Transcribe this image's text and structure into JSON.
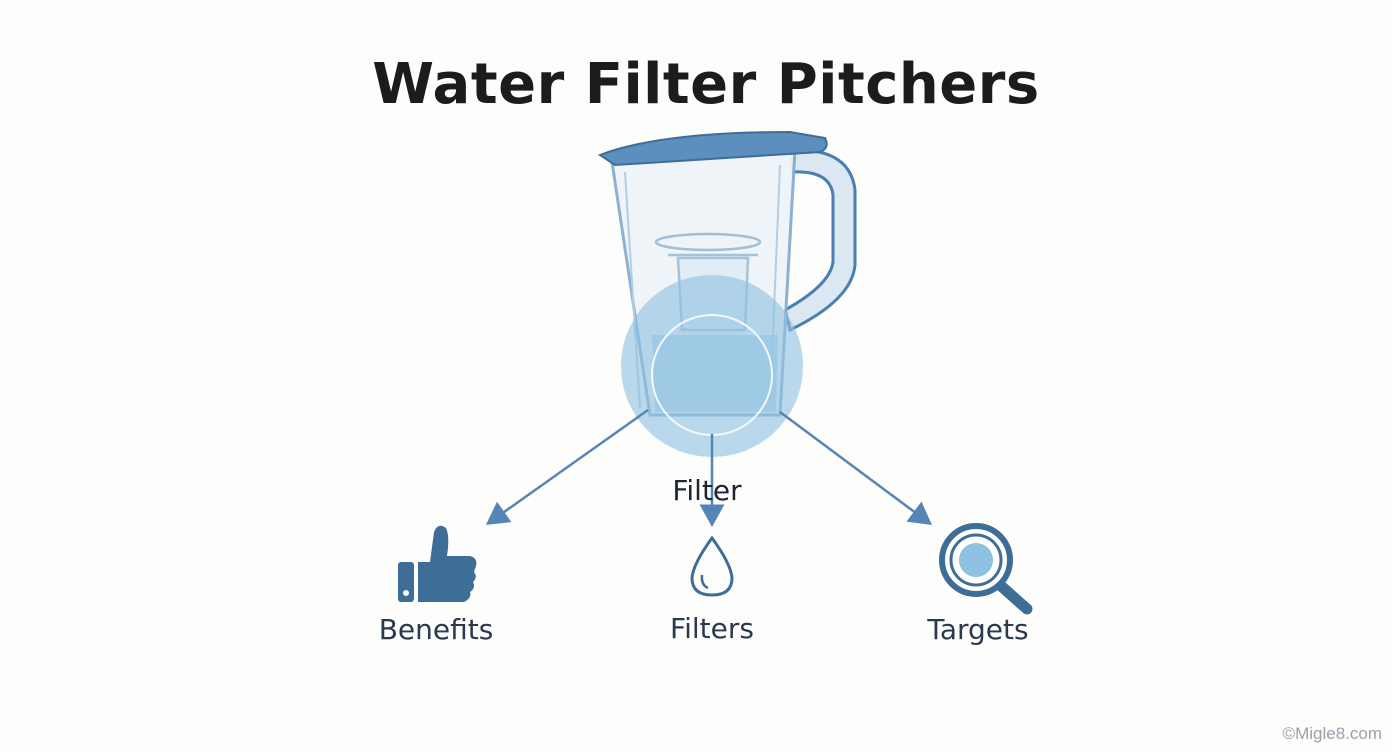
{
  "title": "Water Filter Pitchers",
  "center_label": "Filter",
  "branches": [
    {
      "label": "Benefits",
      "icon": "thumbs-up-icon"
    },
    {
      "label": "Filters",
      "icon": "water-drop-icon"
    },
    {
      "label": "Targets",
      "icon": "magnifier-icon"
    }
  ],
  "watermark": "©Migle8.com",
  "colors": {
    "accent": "#4a7fb0",
    "icon": "#3e6d97",
    "highlight": "#8fc2e0",
    "text": "#1c1c1e"
  }
}
